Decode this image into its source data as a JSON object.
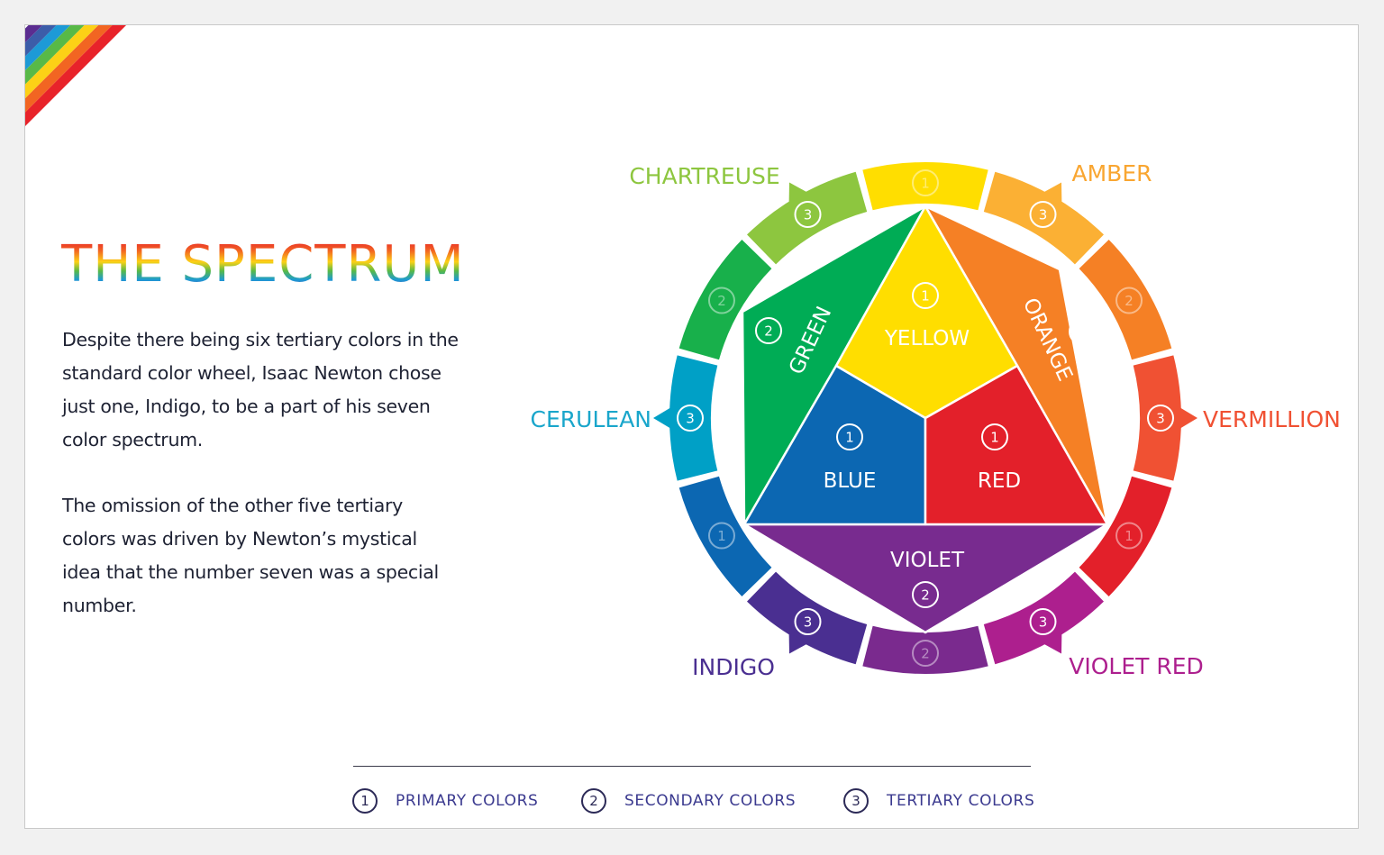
{
  "title": "THE SPECTRUM",
  "paragraphs": [
    "Despite there being six tertiary colors in the standard color wheel, Isaac Newton chose just one, Indigo, to be a part of his seven color spectrum.",
    "The omission of the other five tertiary colors was driven by Newton’s mystical idea that the number seven was a special number."
  ],
  "ring": [
    {
      "id": "yellow",
      "num": "1",
      "color": "#ffde00",
      "faded": true
    },
    {
      "id": "amber",
      "num": "3",
      "color": "#fbb034"
    },
    {
      "id": "orange",
      "num": "2",
      "color": "#f58025",
      "faded": true
    },
    {
      "id": "vermillion",
      "num": "3",
      "color": "#f05133"
    },
    {
      "id": "red",
      "num": "1",
      "color": "#e3202a",
      "faded": true
    },
    {
      "id": "violet-red",
      "num": "3",
      "color": "#ad1f8e"
    },
    {
      "id": "violet",
      "num": "2",
      "color": "#7a2a8e",
      "faded": true
    },
    {
      "id": "indigo",
      "num": "3",
      "color": "#4a2f91"
    },
    {
      "id": "blue",
      "num": "1",
      "color": "#0c67b2",
      "faded": true
    },
    {
      "id": "cerulean",
      "num": "3",
      "color": "#00a0c6"
    },
    {
      "id": "green",
      "num": "2",
      "color": "#18b04b",
      "faded": true
    },
    {
      "id": "chartreuse",
      "num": "3",
      "color": "#8dc63f"
    }
  ],
  "tertiary_labels": [
    {
      "id": "chartreuse",
      "text": "CHARTREUSE",
      "color": "#8dc63f"
    },
    {
      "id": "amber",
      "text": "AMBER",
      "color": "#f9a631"
    },
    {
      "id": "cerulean",
      "text": "CERULEAN",
      "color": "#1aa6cb"
    },
    {
      "id": "vermillion",
      "text": "VERMILLION",
      "color": "#f05133"
    },
    {
      "id": "indigo",
      "text": "INDIGO",
      "color": "#4a2f91"
    },
    {
      "id": "violet-red",
      "text": "VIOLET RED",
      "color": "#ad1f8e"
    }
  ],
  "inner": {
    "yellow": {
      "label": "YELLOW",
      "num": "1",
      "color": "#ffde00"
    },
    "blue": {
      "label": "BLUE",
      "num": "1",
      "color": "#0c67b2"
    },
    "red": {
      "label": "RED",
      "num": "1",
      "color": "#e3202a"
    },
    "green": {
      "label": "GREEN",
      "num": "2",
      "color": "#00ac55"
    },
    "orange": {
      "label": "ORANGE",
      "num": "2",
      "color": "#f58025"
    },
    "violet": {
      "label": "VIOLET",
      "num": "2",
      "color": "#782b8f"
    }
  },
  "legend": [
    {
      "num": "1",
      "label": "PRIMARY COLORS"
    },
    {
      "num": "2",
      "label": "SECONDARY COLORS"
    },
    {
      "num": "3",
      "label": "TERTIARY COLORS"
    }
  ],
  "corner_stripes": [
    "#e8232a",
    "#f26522",
    "#fcd116",
    "#58b947",
    "#1d9ad6",
    "#3c5da9",
    "#5b2d90"
  ]
}
